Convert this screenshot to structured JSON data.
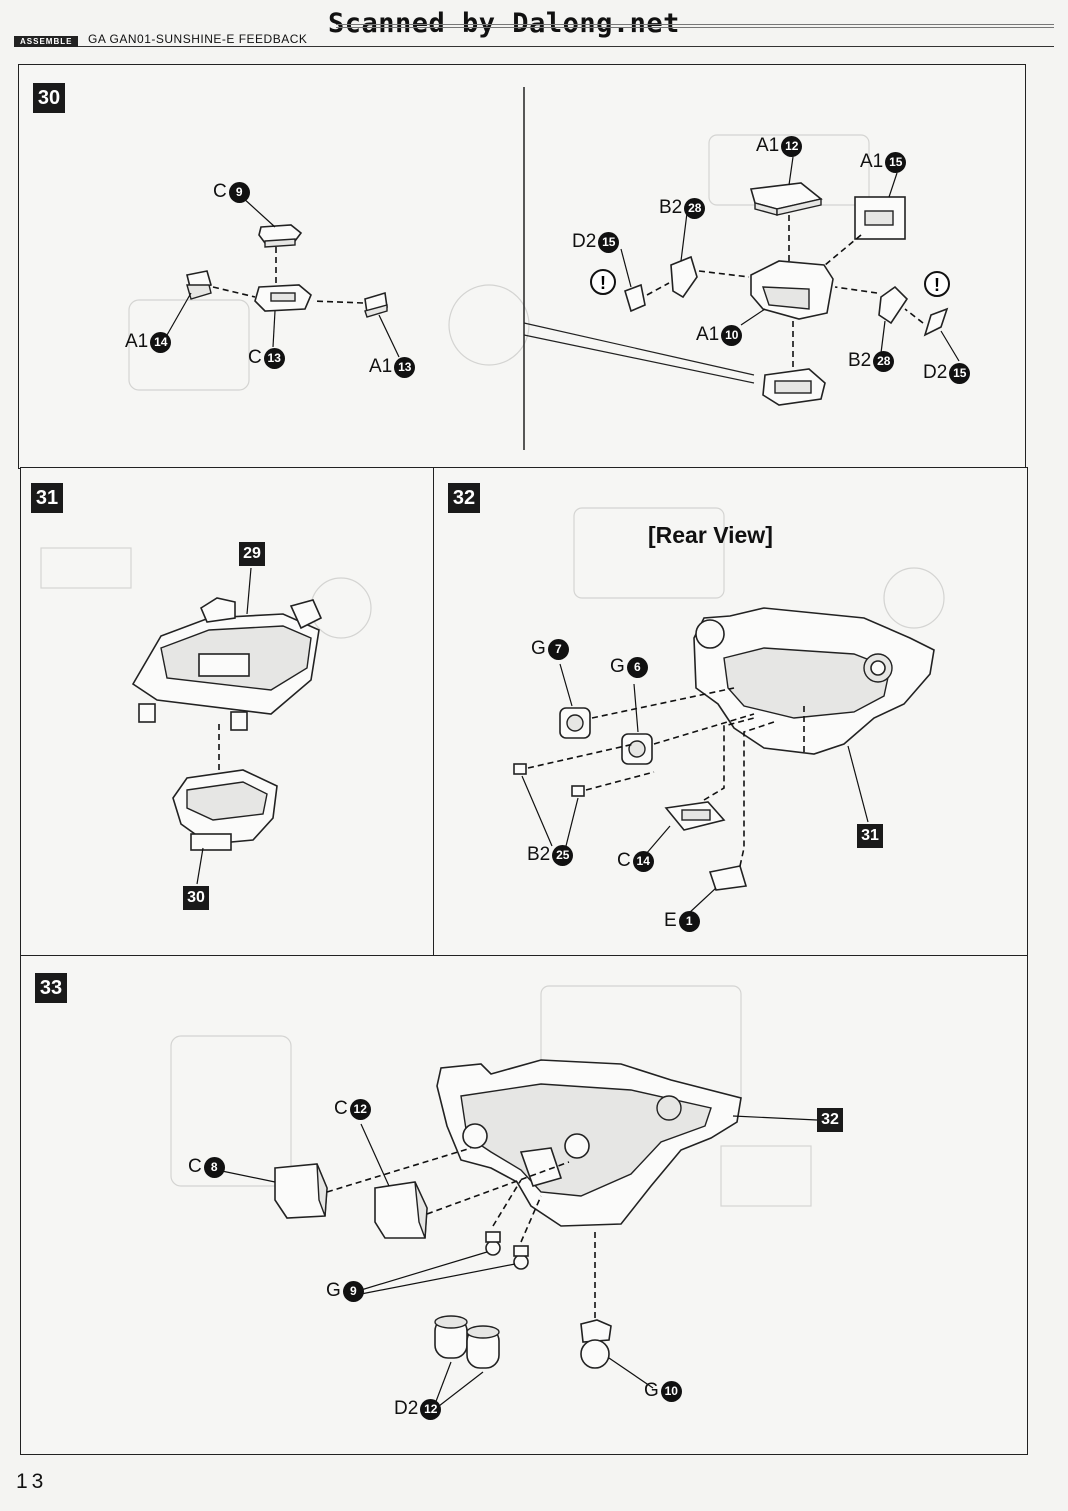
{
  "header": {
    "watermark": "Scanned by Dalong.net",
    "section_tag": "ASSEMBLE",
    "subtitle": "GA GAN01-SUNSHINE-E FEEDBACK"
  },
  "page_number": "13",
  "steps": {
    "s30": {
      "number": "30",
      "labels": [
        {
          "part": "C",
          "num": "9"
        },
        {
          "part": "A1",
          "num": "14"
        },
        {
          "part": "C",
          "num": "13"
        },
        {
          "part": "A1",
          "num": "13"
        }
      ],
      "right": [
        {
          "part": "A1",
          "num": "12"
        },
        {
          "part": "A1",
          "num": "15"
        },
        {
          "part": "B2",
          "num": "28"
        },
        {
          "part": "D2",
          "num": "15"
        },
        {
          "part": "A1",
          "num": "10"
        },
        {
          "part": "B2",
          "num": "28"
        },
        {
          "part": "D2",
          "num": "15"
        }
      ],
      "caution": "!"
    },
    "s31": {
      "number": "31",
      "refs": [
        "29",
        "30"
      ]
    },
    "s32": {
      "number": "32",
      "view_title": "[Rear View]",
      "labels": [
        {
          "part": "G",
          "num": "7"
        },
        {
          "part": "G",
          "num": "6"
        },
        {
          "part": "B2",
          "num": "25"
        },
        {
          "part": "C",
          "num": "14"
        },
        {
          "part": "E",
          "num": "1"
        }
      ],
      "ref": "31"
    },
    "s33": {
      "number": "33",
      "labels": [
        {
          "part": "C",
          "num": "12"
        },
        {
          "part": "C",
          "num": "8"
        },
        {
          "part": "G",
          "num": "9"
        },
        {
          "part": "D2",
          "num": "12"
        },
        {
          "part": "G",
          "num": "10"
        }
      ],
      "ref": "32"
    }
  }
}
